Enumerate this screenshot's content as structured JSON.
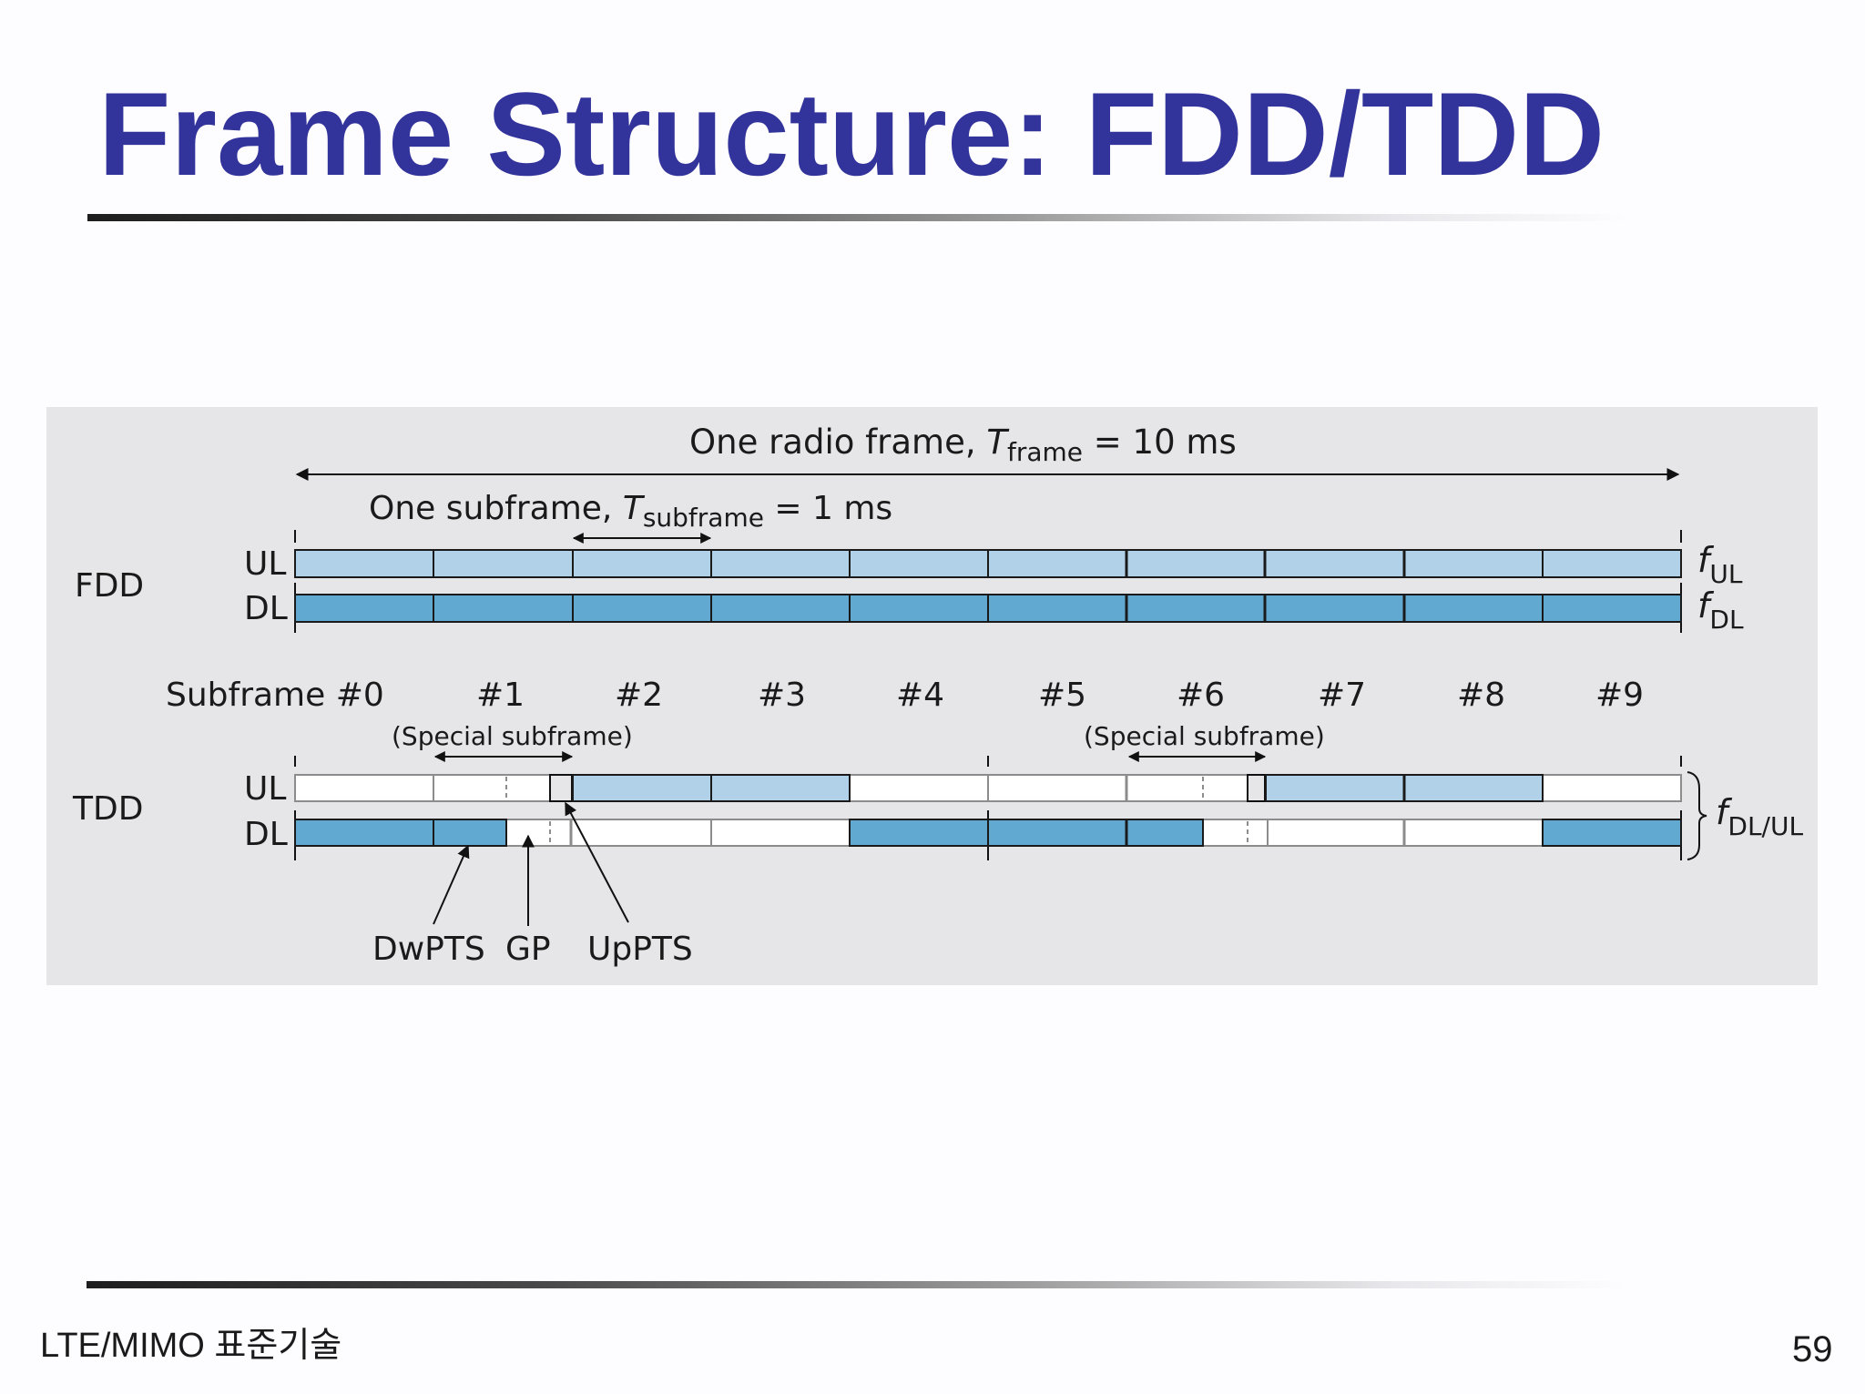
{
  "slide": {
    "title": "Frame Structure: FDD/TDD",
    "footer": "LTE/MIMO 표준기술",
    "page_number": "59",
    "title_color": "#33349b"
  },
  "diagram": {
    "radio_frame_label": {
      "prefix": "One radio frame, ",
      "var": "T",
      "sub": "frame",
      "suffix": " = 10 ms"
    },
    "subframe_label": {
      "prefix": "One subframe, ",
      "var": "T",
      "sub": "subframe",
      "suffix": " = 1 ms"
    },
    "fdd": {
      "label": "FDD",
      "ul_label": "UL",
      "dl_label": "DL",
      "f_ul": {
        "var": "f",
        "sub": "UL"
      },
      "f_dl": {
        "var": "f",
        "sub": "DL"
      }
    },
    "subframe_numbers": [
      "Subframe #0",
      "#1",
      "#2",
      "#3",
      "#4",
      "#5",
      "#6",
      "#7",
      "#8",
      "#9"
    ],
    "special_subframe_label": "(Special subframe)",
    "tdd": {
      "label": "TDD",
      "ul_label": "UL",
      "dl_label": "DL",
      "f_dlul": {
        "var": "f",
        "sub": "DL/UL"
      },
      "ul_pattern": [
        "empty",
        "special-ul",
        "ul",
        "ul",
        "empty",
        "empty",
        "special-ul",
        "ul",
        "ul",
        "empty"
      ],
      "dl_pattern": [
        "dl",
        "special-dl",
        "empty",
        "empty",
        "dl",
        "dl",
        "special-dl",
        "empty",
        "empty",
        "dl"
      ]
    },
    "annotations": [
      "DwPTS",
      "GP",
      "UpPTS"
    ],
    "colors": {
      "ul": "#b0d1e8",
      "dl": "#62a9d2",
      "empty": "#ffffff",
      "panel": "#e6e5e8"
    }
  }
}
